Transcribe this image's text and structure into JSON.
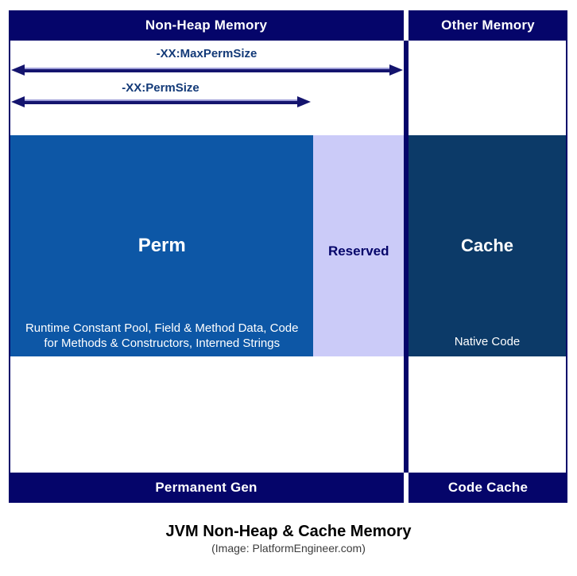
{
  "header": {
    "non_heap": "Non-Heap Memory",
    "other": "Other Memory"
  },
  "annotations": {
    "max_perm_size": "-XX:MaxPermSize",
    "perm_size": "-XX:PermSize"
  },
  "blocks": {
    "perm": {
      "title": "Perm",
      "description_lines": [
        "Runtime Constant Pool, Field & Method Data, Code",
        "for Methods & Constructors, Interned Strings"
      ]
    },
    "reserved": {
      "title": "Reserved"
    },
    "cache": {
      "title": "Cache",
      "label": "Native Code"
    }
  },
  "footer": {
    "permanent_gen": "Permanent Gen",
    "code_cache": "Code Cache"
  },
  "caption": {
    "title": "JVM Non-Heap & Cache Memory",
    "attribution": "(Image: PlatformEngineer.com)"
  },
  "colors": {
    "navy": "#05056a",
    "perm_blue": "#0d57a6",
    "reserved_lavender": "#cbcbf8",
    "cache_blue": "#0c3a68",
    "arrow_navy": "#14146e",
    "label_blue": "#133a78"
  }
}
